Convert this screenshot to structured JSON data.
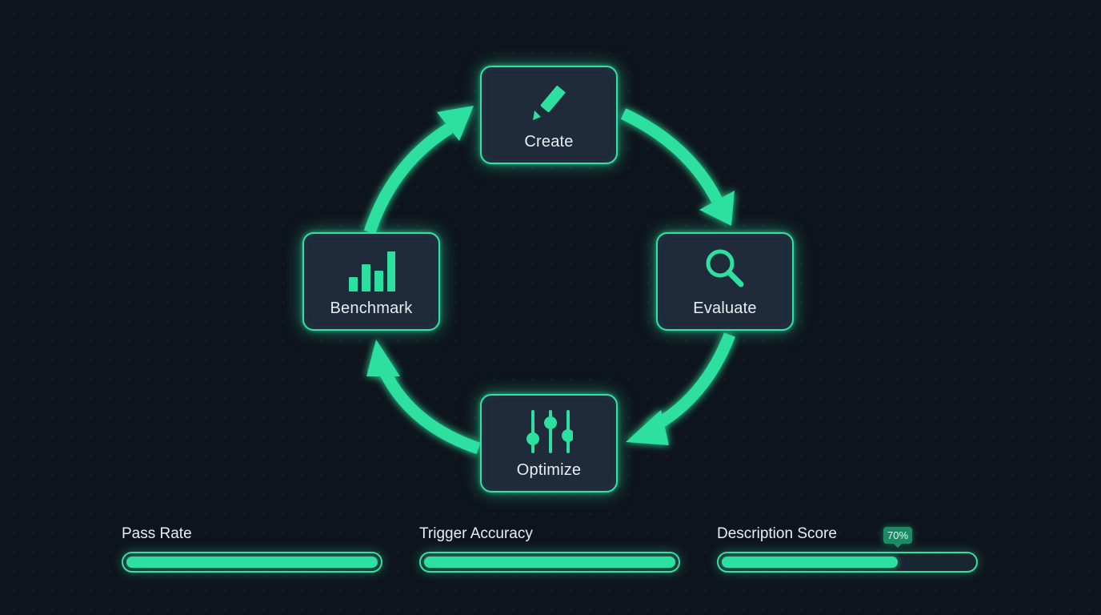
{
  "colors": {
    "background": "#0e141c",
    "accent": "#2de0a0",
    "node_fill": "#1f2a3a",
    "text": "#e8edf2"
  },
  "cycle": {
    "stages": [
      {
        "label": "Create",
        "icon": "pencil-icon"
      },
      {
        "label": "Evaluate",
        "icon": "magnifier-icon"
      },
      {
        "label": "Optimize",
        "icon": "sliders-icon"
      },
      {
        "label": "Benchmark",
        "icon": "bar-chart-icon"
      }
    ],
    "flow": "clockwise"
  },
  "metrics": [
    {
      "label": "Pass Rate",
      "fill": 1.0
    },
    {
      "label": "Trigger Accuracy",
      "fill": 1.0
    },
    {
      "label": "Description Score",
      "fill": 0.7,
      "badge": "70%"
    }
  ]
}
